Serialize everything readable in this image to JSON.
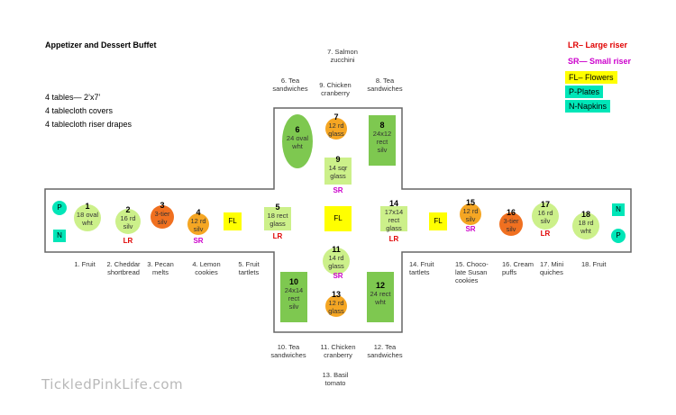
{
  "title": "Appetizer and Dessert Buffet",
  "info": [
    "4 tables— 2’x7’",
    "4 tablecloth covers",
    "4 tablecloth riser drapes"
  ],
  "legend": {
    "large_riser": "LR– Large riser",
    "small_riser": "SR— Small riser",
    "flowers": "FL– Flowers",
    "plates": "P-Plates",
    "napkins": "N-Napkins"
  },
  "colors": {
    "large_riser": "#e00000",
    "small_riser": "#cc00cc",
    "flowers": "#ffff00",
    "plates_napkins": "#00e6b8",
    "light_green": "#ccf08a",
    "medium_green": "#7ec850",
    "orange": "#f5a623",
    "dark_orange": "#f07020"
  },
  "items": [
    {
      "id": "1",
      "label_lines": [
        "18 oval",
        "wht"
      ],
      "color": "light_green",
      "shape": "circle"
    },
    {
      "id": "2",
      "label_lines": [
        "16 rd",
        "silv"
      ],
      "color": "light_green",
      "shape": "circle"
    },
    {
      "id": "3",
      "label_lines": [
        "3-tier",
        "silv"
      ],
      "color": "dark_orange",
      "shape": "circle"
    },
    {
      "id": "4",
      "label_lines": [
        "12 rd",
        "silv"
      ],
      "color": "orange",
      "shape": "circle"
    },
    {
      "id": "5",
      "label_lines": [
        "18 rect",
        "glass"
      ],
      "color": "light_green",
      "shape": "rect"
    },
    {
      "id": "6",
      "label_lines": [
        "24 oval",
        "wht"
      ],
      "color": "medium_green",
      "shape": "ellipse"
    },
    {
      "id": "7",
      "label_lines": [
        "12 rd",
        "glass"
      ],
      "color": "orange",
      "shape": "circle"
    },
    {
      "id": "8",
      "label_lines": [
        "24x12",
        "rect",
        "silv"
      ],
      "color": "medium_green",
      "shape": "rect"
    },
    {
      "id": "9",
      "label_lines": [
        "14 sqr",
        "glass"
      ],
      "color": "light_green",
      "shape": "rect"
    },
    {
      "id": "10",
      "label_lines": [
        "24x14",
        "rect",
        "silv"
      ],
      "color": "medium_green",
      "shape": "rect"
    },
    {
      "id": "11",
      "label_lines": [
        "14 rd",
        "glass"
      ],
      "color": "light_green",
      "shape": "circle"
    },
    {
      "id": "12",
      "label_lines": [
        "24 rect",
        "wht"
      ],
      "color": "medium_green",
      "shape": "rect"
    },
    {
      "id": "13",
      "label_lines": [
        "12 rd",
        "glass"
      ],
      "color": "orange",
      "shape": "circle"
    },
    {
      "id": "14",
      "label_lines": [
        "17x14",
        "rect",
        "glass"
      ],
      "color": "light_green",
      "shape": "rect"
    },
    {
      "id": "15",
      "label_lines": [
        "12 rd",
        "silv"
      ],
      "color": "orange",
      "shape": "circle"
    },
    {
      "id": "16",
      "label_lines": [
        "3-tier",
        "silv"
      ],
      "color": "dark_orange",
      "shape": "circle"
    },
    {
      "id": "17",
      "label_lines": [
        "16 rd",
        "silv"
      ],
      "color": "light_green",
      "shape": "circle"
    },
    {
      "id": "18",
      "label_lines": [
        "18 rd",
        "wht"
      ],
      "color": "light_green",
      "shape": "circle"
    }
  ],
  "markers": {
    "plate": "P",
    "napkin": "N",
    "flowers": "FL",
    "large_riser": "LR",
    "small_riser": "SR"
  },
  "captions_bottom_left": [
    {
      "id": "c1",
      "lines": [
        "1. Fruit"
      ]
    },
    {
      "id": "c2",
      "lines": [
        "2. Cheddar",
        "shortbread"
      ]
    },
    {
      "id": "c3",
      "lines": [
        "3. Pecan",
        "melts"
      ]
    },
    {
      "id": "c4",
      "lines": [
        "4. Lemon",
        "cookies"
      ]
    },
    {
      "id": "c5",
      "lines": [
        "5. Fruit",
        "tartlets"
      ]
    }
  ],
  "captions_bottom_right": [
    {
      "id": "c14",
      "lines": [
        "14. Fruit",
        "tartlets"
      ]
    },
    {
      "id": "c15",
      "lines": [
        "15. Choco-",
        "late Susan",
        "cookies"
      ]
    },
    {
      "id": "c16",
      "lines": [
        "16. Cream",
        "puffs"
      ]
    },
    {
      "id": "c17",
      "lines": [
        "17. Mini",
        "quiches"
      ]
    },
    {
      "id": "c18",
      "lines": [
        "18. Fruit"
      ]
    }
  ],
  "captions_top": [
    {
      "id": "c7",
      "lines": [
        "7. Salmon",
        "zucchini"
      ]
    },
    {
      "id": "c6",
      "lines": [
        "6. Tea",
        "sandwiches"
      ]
    },
    {
      "id": "c9",
      "lines": [
        "9. Chicken",
        "cranberry"
      ]
    },
    {
      "id": "c8",
      "lines": [
        "8. Tea",
        "sandwiches"
      ]
    }
  ],
  "captions_bottom_center": [
    {
      "id": "c10",
      "lines": [
        "10. Tea",
        "sandwiches"
      ]
    },
    {
      "id": "c11",
      "lines": [
        "11. Chicken",
        "cranberry"
      ]
    },
    {
      "id": "c12",
      "lines": [
        "12. Tea",
        "sandwiches"
      ]
    },
    {
      "id": "c13",
      "lines": [
        "13. Basil",
        "tomato"
      ]
    }
  ],
  "watermark": "TickledPinkLife.com"
}
